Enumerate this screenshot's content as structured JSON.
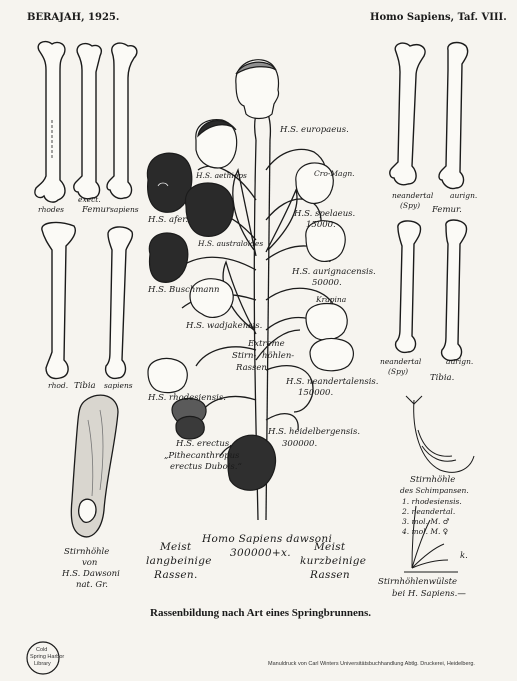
{
  "header": {
    "left": "BERAJAH, 1925.",
    "right": "Homo Sapiens, Taf. VIII."
  },
  "labels": {
    "femur_left": "Femur",
    "femur_left_a": "rhodes",
    "femur_left_b": "exect.",
    "femur_left_c": "sapiens",
    "femur_right_a": "neandertal",
    "femur_right_b": "aurign.",
    "femur_right_c": "(Spy)",
    "femur_right": "Femur.",
    "tibia_left_a": "rhod.",
    "tibia_left": "Tibia",
    "tibia_left_b": "sapiens",
    "tibia_right_a": "neandertal",
    "tibia_right_b": "aurign.",
    "tibia_right_c": "(Spy)",
    "tibia_right": "Tibia.",
    "europaeus": "H.S. europaeus.",
    "aethiop": "H.S. aethiops",
    "afer": "H.S. afer.",
    "australoides": "H.S. australoides",
    "buschmann": "H.S. Buschmann",
    "wadjakensis": "H.S. wadjakensis.",
    "rhodesiensis": "H.S. rhodesiensis.",
    "erectus": "H.S. erectus.",
    "pithecanthropus_a": "„Pithecanthropus",
    "pithecanthropus_b": "erectus Dubois.“",
    "cro_magn": "Cro-Magn.",
    "spelaeus": "H.S. spelaeus.",
    "spelaeus_year": "15000.",
    "aurignacensis": "H.S. aurignacensis.",
    "aurignacensis_year": "50000.",
    "krapina": "Krapina",
    "extreme_a": "Extreme",
    "extreme_b": "Stirn-",
    "extreme_c": "höhlen-",
    "extreme_d": "Rassen.",
    "neandertalensis": "H.S. neandertalensis.",
    "neandertalensis_year": "150000.",
    "heidelbergensis": "H.S. heidelbergensis.",
    "heidelbergensis_year": "300000.",
    "dawsoni_a": "Homo Sapiens dawsoni",
    "dawsoni_b": "300000+x.",
    "meist_left_a": "Meist",
    "meist_left_b": "langbeinige",
    "meist_left_c": "Rassen.",
    "meist_right_a": "Meist",
    "meist_right_b": "kurzbeinige",
    "meist_right_c": "Rassen",
    "stirnhoehle_a": "Stirnhöhle",
    "stirnhoehle_b": "von",
    "stirnhoehle_c": "H.S. Dawsoni",
    "stirnhoehle_d": "nat. Gr.",
    "schimp_a": "Stirnhöhle",
    "schimp_b": "des Schimpansen.",
    "list_1": "1. rhodesiensis.",
    "list_2": "2. neandertal.",
    "list_3": "3. mol. M. ♂",
    "list_4": "4. mol. M. ♀",
    "wulste_a": "Stirnhöhlenwülste",
    "wulste_b": "bei H. Sapiens.—",
    "mark_k": "k."
  },
  "caption": "Rassenbildung nach Art eines Springbrunnens.",
  "imprint": "Manuldruck von Carl Winters Universitätsbuchhandlung Abtlg. Druckerei, Heidelberg.",
  "stamp": {
    "line1": "Cold",
    "line2": "Spring Harbor",
    "line3": "Library"
  },
  "colors": {
    "paper": "#f6f4ef",
    "ink": "#1b1b1b",
    "dark_fill": "#2a2a2a"
  }
}
